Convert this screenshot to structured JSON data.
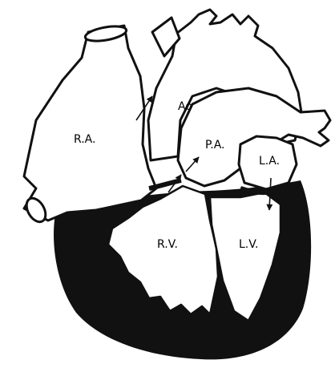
{
  "diagram": {
    "labels": {
      "right_atrium": "R.A.",
      "aorta": "Ao",
      "pulmonary_artery": "P.A.",
      "left_atrium": "L.A.",
      "right_ventricle": "R.V.",
      "left_ventricle": "L.V."
    },
    "colors": {
      "ink": "#111111",
      "paper": "#ffffff"
    }
  }
}
